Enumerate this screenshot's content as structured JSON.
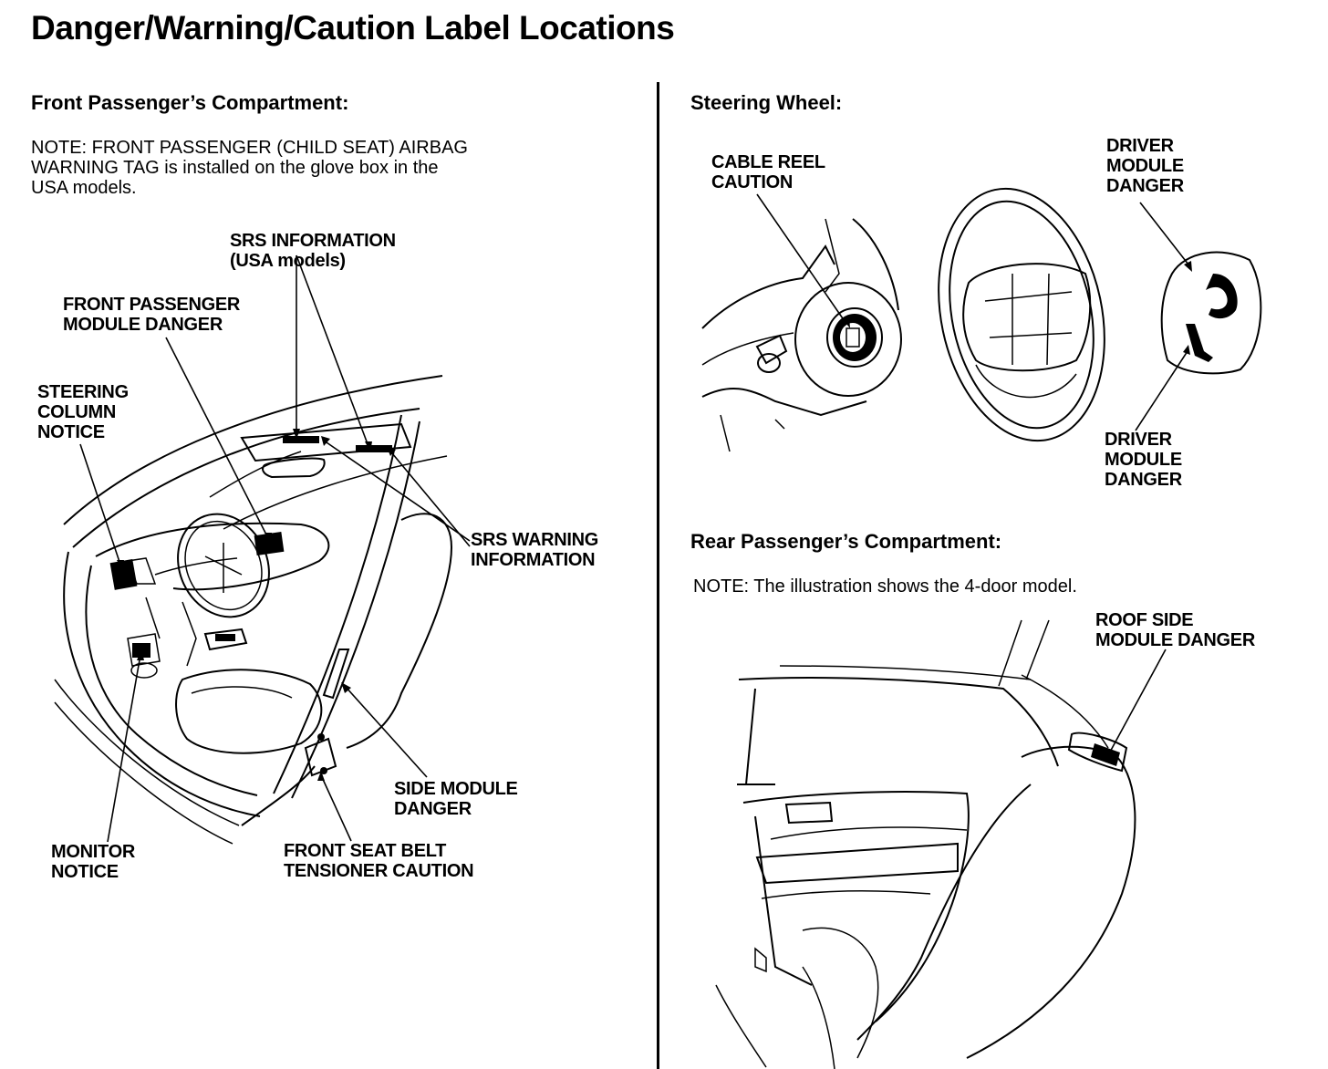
{
  "title": "Danger/Warning/Caution Label Locations",
  "front": {
    "heading": "Front Passenger’s Compartment:",
    "note": "NOTE: FRONT PASSENGER (CHILD SEAT) AIRBAG\nWARNING TAG is installed on the glove box in the\nUSA models.",
    "labels": {
      "srs_information": "SRS INFORMATION\n(USA models)",
      "front_passenger_module": "FRONT PASSENGER\nMODULE DANGER",
      "steering_column": "STEERING\nCOLUMN\nNOTICE",
      "srs_warning": "SRS WARNING\nINFORMATION",
      "side_module": "SIDE MODULE\nDANGER",
      "monitor_notice": "MONITOR\nNOTICE",
      "seat_belt_tensioner": "FRONT SEAT BELT\nTENSIONER CAUTION"
    }
  },
  "steering": {
    "heading": "Steering Wheel:",
    "labels": {
      "cable_reel": "CABLE REEL\nCAUTION",
      "driver_module_top": "DRIVER\nMODULE\nDANGER",
      "driver_module_bottom": "DRIVER\nMODULE\nDANGER"
    }
  },
  "rear": {
    "heading": "Rear Passenger’s Compartment:",
    "note": "NOTE: The illustration shows the 4-door model.",
    "labels": {
      "roof_side_module": "ROOF SIDE\nMODULE DANGER"
    }
  }
}
